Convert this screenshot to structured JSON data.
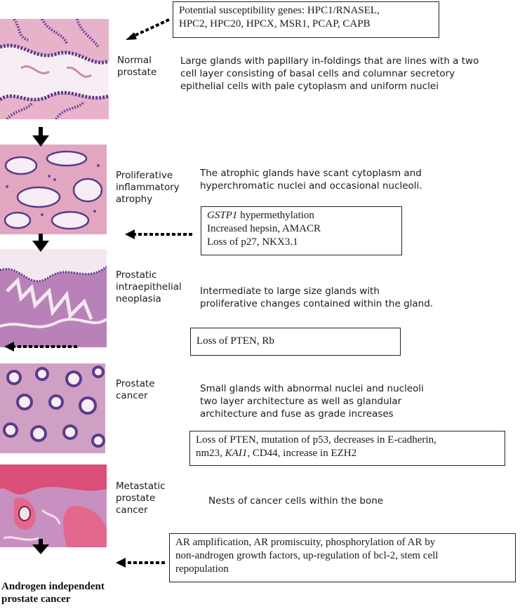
{
  "stages": [
    {
      "label_lines": [
        "Normal",
        "prostate"
      ],
      "description_lines": [
        "Large glands with papillary in-foldings that are lines with a two",
        "cell layer consisting of basal cells and columnar secretory",
        "epithelial cells with pale cytoplasm and uniform nuclei"
      ]
    },
    {
      "label_lines": [
        "Proliferative",
        "inflammatory",
        "atrophy"
      ],
      "description_lines": [
        "The atrophic glands have scant cytoplasm and",
        "hyperchromatic nuclei and occasional nucleoli."
      ]
    },
    {
      "label_lines": [
        "Prostatic",
        "intraepithelial",
        "neoplasia"
      ],
      "description_lines": [
        "Intermediate to large size glands with",
        "proliferative changes contained within the gland."
      ]
    },
    {
      "label_lines": [
        "Prostate",
        "cancer"
      ],
      "description_lines": [
        "Small glands with abnormal nuclei and nucleoli",
        "two layer architecture as well as glandular",
        "architecture and fuse as grade increases"
      ]
    },
    {
      "label_lines": [
        "Metastatic",
        "prostate",
        "cancer"
      ],
      "description_lines": [
        "Nests of cancer cells within the bone"
      ]
    }
  ],
  "gene_boxes": {
    "susceptibility": [
      "Potential susceptibility genes: HPC1/RNASEL,",
      "HPC2, HPC20, HPCX, MSR1, PCAP, CAPB"
    ],
    "gstp1": {
      "italic": "GSTP1",
      "rest": " hypermethylation",
      "line2": "Increased hepsin, AMACR",
      "line3": "Loss of p27, NKX3.1"
    },
    "pten_rb": [
      "Loss of PTEN, Rb"
    ],
    "metastasis": {
      "line1": "Loss of PTEN, mutation of p53, decreases in E-cadherin,",
      "line2_pre": "nm23, ",
      "line2_italic": "KAI1",
      "line2_post": ", CD44, increase in EZH2"
    },
    "androgen": [
      "AR amplification, AR promiscuity, phosphorylation of AR by",
      "non-androgen growth factors, up-regulation of bcl-2, stem cell",
      "repopulation"
    ]
  },
  "final_stage": [
    "Androgen independent",
    "prostate cancer"
  ],
  "colors": {
    "he_pink": "#e6a9c4",
    "he_dark": "#5b3b8c",
    "lumen": "#f6eef4",
    "bone": "#d94f7a"
  }
}
